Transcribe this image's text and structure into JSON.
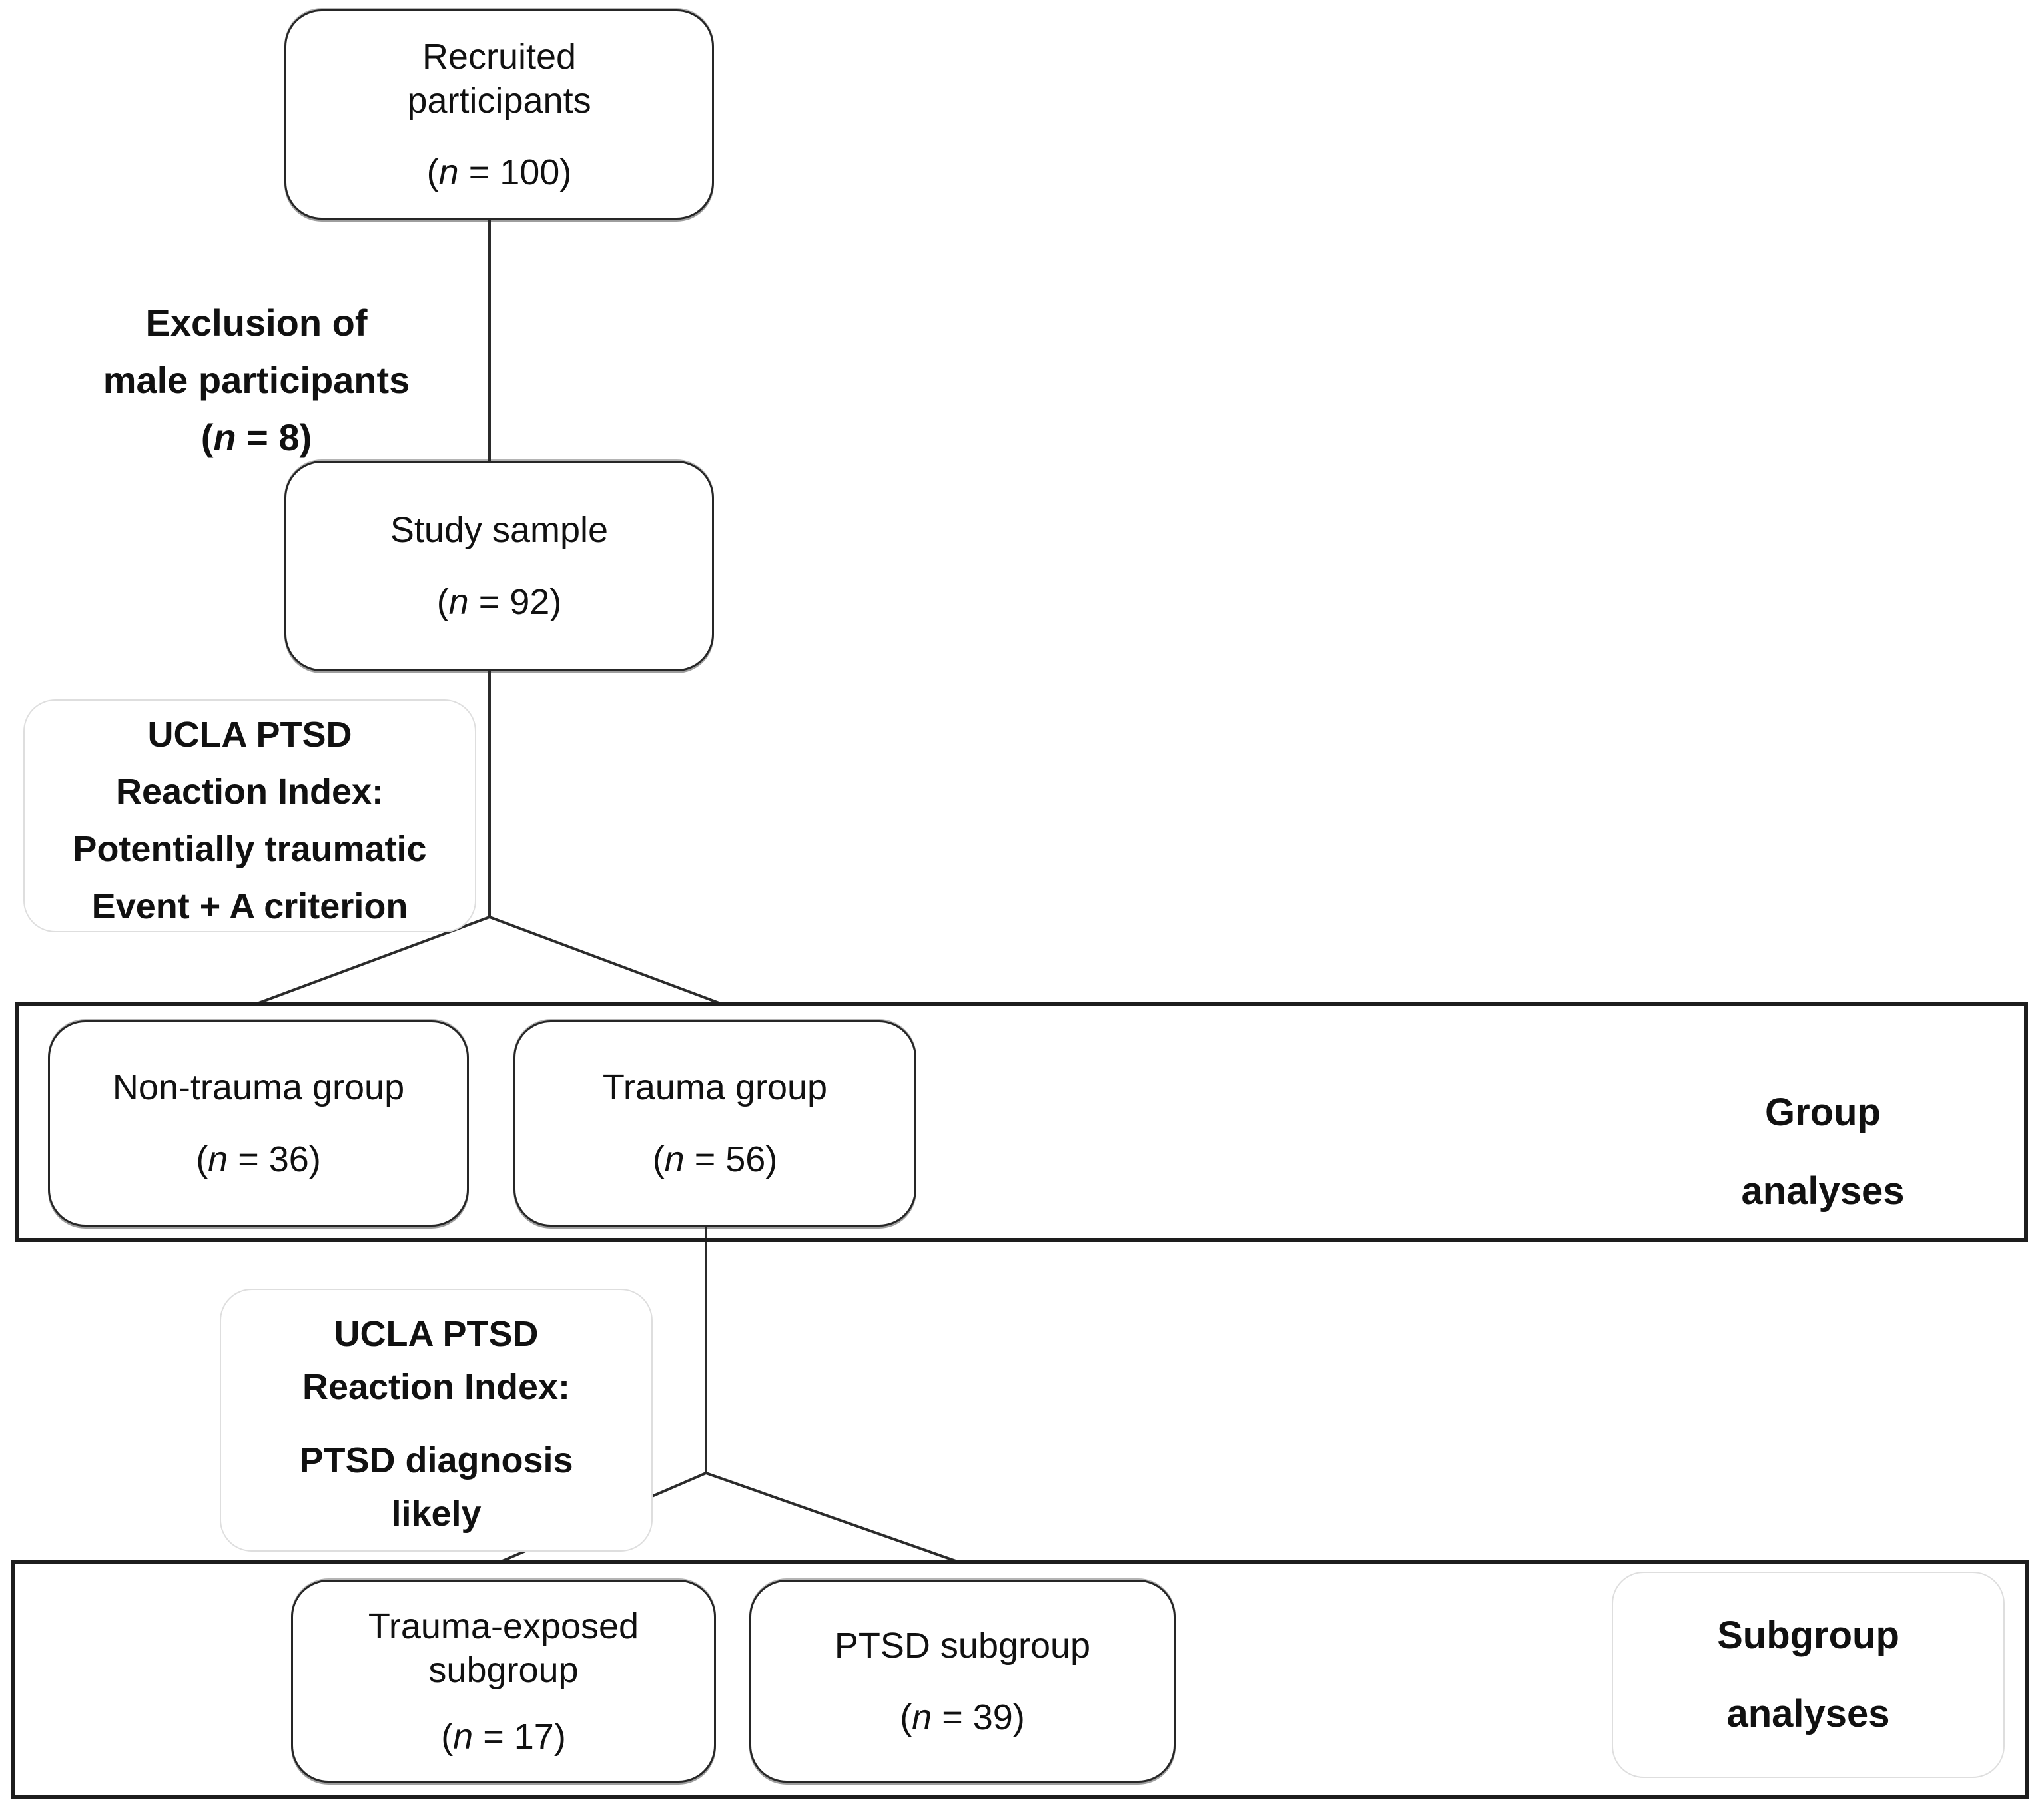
{
  "colors": {
    "background": "#ffffff",
    "line": "#2b2b2b",
    "box_border": "#262626",
    "panel_border": "#1d1d1d",
    "faint_border": "#dedede",
    "text": "#111111"
  },
  "nodes": {
    "recruited": {
      "lines": [
        "Recruited",
        "participants"
      ],
      "n": {
        "open": "(",
        "sym": "n",
        "rest": " = 100)"
      }
    },
    "study": {
      "lines": [
        "Study sample"
      ],
      "n": {
        "open": "(",
        "sym": "n",
        "rest": " = 92)"
      }
    },
    "non_trauma": {
      "lines": [
        "Non-trauma group"
      ],
      "n": {
        "open": "(",
        "sym": "n",
        "rest": " = 36)"
      }
    },
    "trauma": {
      "lines": [
        "Trauma group"
      ],
      "n": {
        "open": "(",
        "sym": "n",
        "rest": " = 56)"
      }
    },
    "trauma_exposed": {
      "lines": [
        "Trauma-exposed",
        "subgroup"
      ],
      "n": {
        "open": "(",
        "sym": "n",
        "rest": " = 17)"
      }
    },
    "ptsd": {
      "lines": [
        "PTSD subgroup"
      ],
      "n": {
        "open": "(",
        "sym": "n",
        "rest": " = 39)"
      }
    }
  },
  "labels": {
    "exclusion": {
      "lines": [
        "Exclusion of",
        "male participants"
      ],
      "n": {
        "open": "(",
        "sym": "n",
        "rest": " = 8)"
      }
    },
    "ucla1": {
      "lines": [
        "UCLA PTSD",
        "Reaction Index:",
        "Potentially traumatic",
        "Event + A criterion"
      ]
    },
    "ucla2": {
      "para1": [
        "UCLA PTSD",
        "Reaction Index:"
      ],
      "para2": [
        "PTSD diagnosis",
        "likely"
      ]
    },
    "group": {
      "lines": [
        "Group",
        "analyses"
      ]
    },
    "subgroup": {
      "lines": [
        "Subgroup",
        "analyses"
      ]
    }
  }
}
